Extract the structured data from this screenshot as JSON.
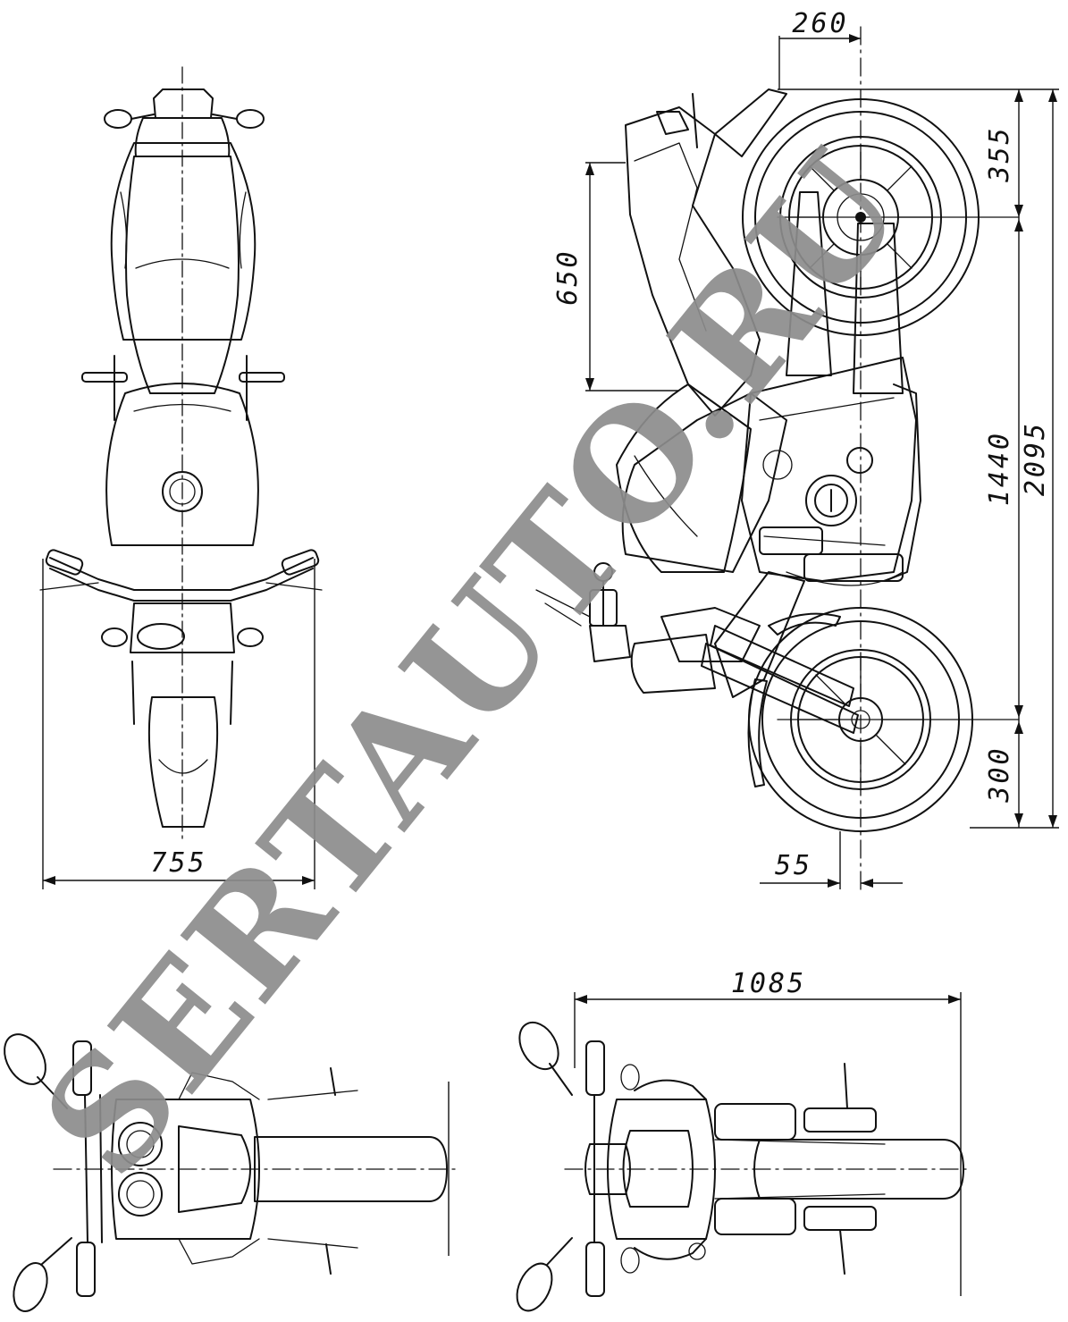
{
  "diagram": {
    "views": [
      {
        "id": "top-view"
      },
      {
        "id": "side-view"
      },
      {
        "id": "front-view"
      },
      {
        "id": "rear-view"
      }
    ],
    "dimensions": {
      "overall_width": "755",
      "seat_offset": "260",
      "rear_overhang": "355",
      "seat_height_span": "650",
      "wheelbase": "1440",
      "overall_length": "2095",
      "front_overhang": "300",
      "trail": "55",
      "overall_height": "1085"
    },
    "watermark": "SERTAUTO.RU",
    "colors": {
      "line": "#111111",
      "watermark": "#8c8c8c",
      "background": "#ffffff"
    }
  }
}
